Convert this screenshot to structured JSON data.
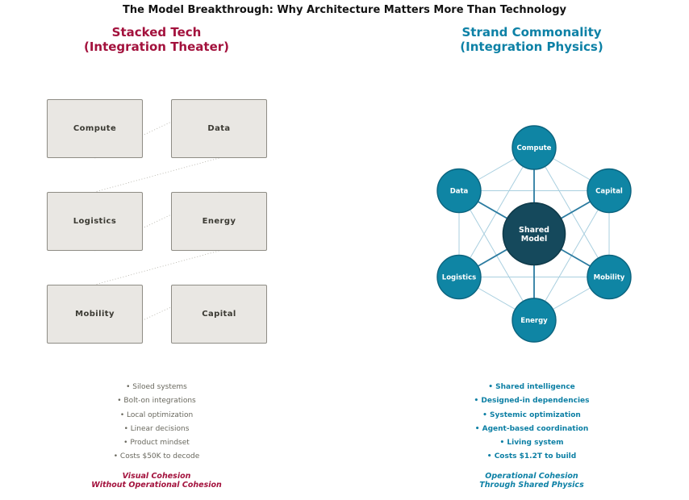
{
  "title": "The Model Breakthrough: Why Architecture Matters More Than Technology",
  "left_panel": {
    "heading_line1": "Stacked Tech",
    "heading_line2": "(Integration Theater)",
    "accent_color": "#a3123d",
    "box_fill_color": "#e9e7e3",
    "boxes": [
      "Compute",
      "Data",
      "Logistics",
      "Energy",
      "Mobility",
      "Capital"
    ],
    "bullets": [
      "Siloed systems",
      "Bolt-on integrations",
      "Local optimization",
      "Linear decisions",
      "Product mindset",
      "Costs $50K to decode"
    ],
    "footer_line1": "Visual Cohesion",
    "footer_line2": "Without Operational Cohesion"
  },
  "right_panel": {
    "heading_line1": "Strand Commonality",
    "heading_line2": "(Integration Physics)",
    "accent_color": "#0d81a6",
    "network": {
      "center_label_line1": "Shared",
      "center_label_line2": "Model",
      "nodes": [
        "Compute",
        "Capital",
        "Mobility",
        "Energy",
        "Logistics",
        "Data"
      ],
      "node_color": "#0f85a4",
      "center_color": "#15495c",
      "spoke_color": "#2b7ba0",
      "mesh_color": "#a9cfdf"
    },
    "bullets": [
      "Shared intelligence",
      "Designed-in dependencies",
      "Systemic optimization",
      "Agent-based coordination",
      "Living system",
      "Costs $1.2T to build"
    ],
    "footer_line1": "Operational Cohesion",
    "footer_line2": "Through Shared Physics"
  }
}
